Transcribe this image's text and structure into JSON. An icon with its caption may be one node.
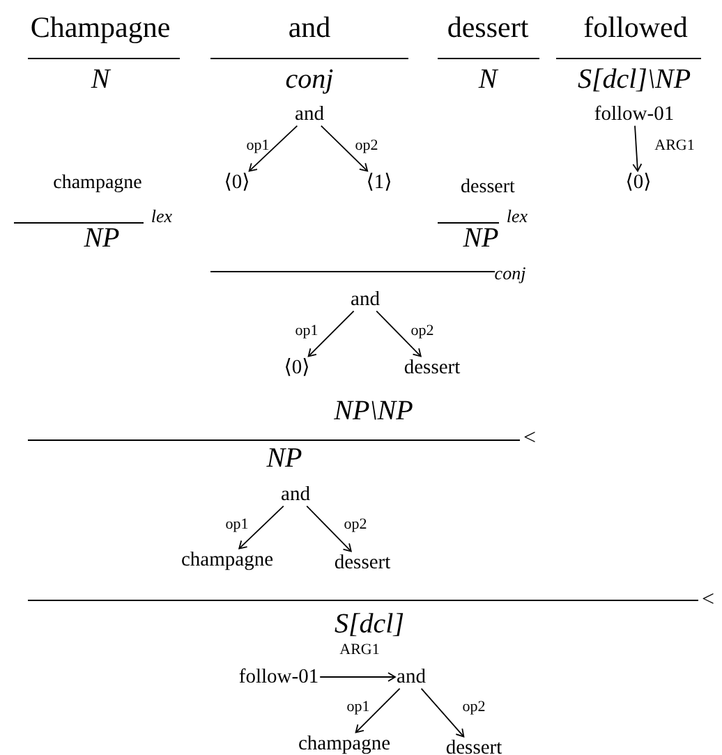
{
  "diagram": {
    "nodes": [
      {
        "text": [
          "and"
        ]
      },
      {
        "text": [
          "⟨0⟩"
        ]
      },
      {
        "text": [
          "⟨1⟩"
        ]
      },
      {
        "text": [
          "follow-01"
        ]
      },
      {
        "text": [
          "⟨0⟩"
        ]
      },
      {
        "text": [
          "and"
        ]
      },
      {
        "text": [
          "⟨0⟩"
        ]
      },
      {
        "text": [
          "dessert"
        ]
      },
      {
        "text": [
          "and"
        ]
      },
      {
        "text": [
          "champagne"
        ]
      },
      {
        "text": [
          "dessert"
        ]
      },
      {
        "text": [
          "follow-01"
        ]
      },
      {
        "text": [
          "and"
        ]
      },
      {
        "text": [
          "champagne"
        ]
      },
      {
        "text": [
          "dessert"
        ]
      }
    ],
    "edges": [
      {
        "from": 0,
        "to": 1,
        "arrow": "to",
        "label": "op1"
      },
      {
        "from": 0,
        "to": 2,
        "arrow": "to",
        "label": "op2"
      },
      {
        "from": 3,
        "to": 4,
        "arrow": "to",
        "label": "ARG1"
      },
      {
        "from": 5,
        "to": 6,
        "arrow": "to",
        "label": "op1"
      },
      {
        "from": 5,
        "to": 7,
        "arrow": "to",
        "label": "op2"
      },
      {
        "from": 8,
        "to": 9,
        "arrow": "to",
        "label": "op1"
      },
      {
        "from": 8,
        "to": 10,
        "arrow": "to",
        "label": "op2"
      },
      {
        "from": 11,
        "to": 12,
        "arrow": "to",
        "label": "ARG1"
      },
      {
        "from": 12,
        "to": 13,
        "arrow": "to",
        "label": "op1"
      },
      {
        "from": 12,
        "to": 14,
        "arrow": "to",
        "label": "op2"
      }
    ],
    "labels": [
      "Champagne",
      "and",
      "dessert",
      "followed",
      "N",
      "conj",
      "N",
      "S[dcl]\\NP",
      "champagne",
      "dessert",
      "lex",
      "NP",
      "lex",
      "NP",
      "conj",
      "NP\\NP",
      "<",
      "NP",
      "<",
      "S[dcl]"
    ]
  }
}
